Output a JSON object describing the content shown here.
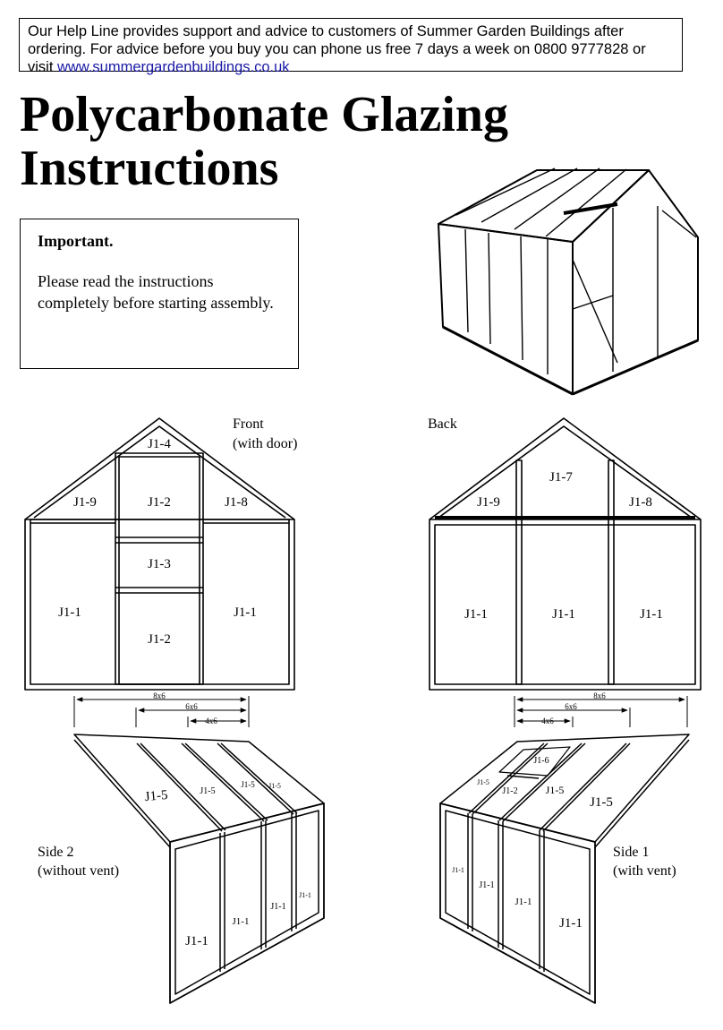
{
  "helpline": {
    "text": "Our Help Line provides support and advice to customers of Summer Garden Buildings after ordering. For advice before you buy you can phone us free 7 days a week on 0800 9777828 or visit ",
    "link": "www.summergardenbuildings.co.uk"
  },
  "title_line1": "Polycarbonate Glazing",
  "title_line2": "Instructions",
  "important": {
    "heading": "Important.",
    "body": "Please read the instructions completely before starting assembly."
  },
  "front": {
    "caption_line1": "Front",
    "caption_line2": "(with door)",
    "panels": {
      "top": "J1-4",
      "left_gable": "J1-9",
      "door_upper": "J1-2",
      "right_gable": "J1-8",
      "door_mid": "J1-3",
      "left_side": "J1-1",
      "right_side": "J1-1",
      "door_lower": "J1-2"
    }
  },
  "back": {
    "caption": "Back",
    "panels": {
      "top": "J1-7",
      "left_gable": "J1-9",
      "right_gable": "J1-8",
      "left": "J1-1",
      "center": "J1-1",
      "right": "J1-1"
    }
  },
  "dimensions": {
    "d8x6": "8x6",
    "d6x6": "6x6",
    "d4x6": "4x6"
  },
  "side2": {
    "caption_line1": "Side 2",
    "caption_line2": "(without vent)",
    "roof": [
      "J1-5",
      "J1-5",
      "J1-5",
      "J1-5"
    ],
    "wall": [
      "J1-1",
      "J1-1",
      "J1-1",
      "J1-1"
    ]
  },
  "side1": {
    "caption_line1": "Side 1",
    "caption_line2": "(with vent)",
    "vent": "J1-6",
    "vent_lower": "J1-2",
    "roof": [
      "J1-5",
      "J1-5",
      "J1-5"
    ],
    "wall": [
      "J1-1",
      "J1-1",
      "J1-1",
      "J1-1"
    ]
  }
}
